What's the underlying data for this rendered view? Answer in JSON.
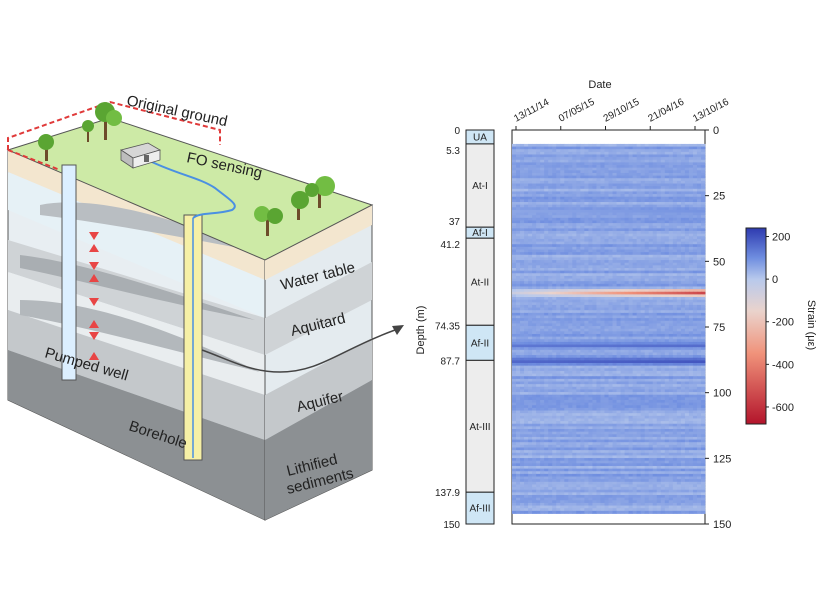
{
  "block_diagram": {
    "labels": {
      "original_ground": "Original ground",
      "fo_sensing": "FO sensing",
      "water_table": "Water table",
      "aquitard": "Aquitard",
      "pumped_well": "Pumped well",
      "aquifer": "Aquifer",
      "borehole": "Borehole",
      "lithified_line1": "Lithified",
      "lithified_line2": "sediments"
    },
    "colors": {
      "ground_surface": "#cdeaa6",
      "dashed_outline": "#e03a3a",
      "arrows": "#e84545",
      "fiber": "#4a90e2"
    }
  },
  "strata_column": {
    "depth_label": "Depth (m)",
    "units": [
      {
        "name": "UA",
        "top": 0,
        "bottom": 5.3
      },
      {
        "name": "At-I",
        "top": 5.3,
        "bottom": 37
      },
      {
        "name": "Af-I",
        "top": 37,
        "bottom": 41.2
      },
      {
        "name": "At-II",
        "top": 41.2,
        "bottom": 74.35
      },
      {
        "name": "Af-II",
        "top": 74.35,
        "bottom": 87.7
      },
      {
        "name": "At-III",
        "top": 87.7,
        "bottom": 137.9
      },
      {
        "name": "Af-III",
        "top": 137.9,
        "bottom": 150
      }
    ],
    "boundary_labels": [
      "0",
      "5.3",
      "37",
      "41.2",
      "74.35",
      "87.7",
      "137.9",
      "150"
    ],
    "colors": {
      "aquitard": "#ededed",
      "aquifer": "#cfe6f5"
    }
  },
  "chart_data": {
    "type": "heatmap",
    "xlabel": "Date",
    "ylabel": "Depth (m)",
    "x_ticks": [
      "13/11/14",
      "07/05/15",
      "29/10/15",
      "21/04/16",
      "13/10/16"
    ],
    "y_ticks": [
      0,
      25,
      50,
      75,
      100,
      125,
      150
    ],
    "ylim": [
      0,
      150
    ],
    "colorbar": {
      "label": "Strain (με)",
      "ticks": [
        200,
        0,
        -200,
        -400,
        -600
      ],
      "range": [
        -680,
        240
      ],
      "stops": [
        {
          "v": 240,
          "color": "#2e3bb0"
        },
        {
          "v": 100,
          "color": "#6f8ee0"
        },
        {
          "v": 0,
          "color": "#b8c9ec"
        },
        {
          "v": -150,
          "color": "#ead3cc"
        },
        {
          "v": -350,
          "color": "#f0927a"
        },
        {
          "v": -680,
          "color": "#b3142b"
        }
      ]
    },
    "data_depth_range": [
      5.3,
      146
    ],
    "features": [
      {
        "depth": 62,
        "strain_start": -50,
        "strain_end": -550,
        "note": "compressive band"
      },
      {
        "depth": 88,
        "strain_start": 170,
        "strain_end": 200,
        "note": "extension band"
      },
      {
        "depth": 82,
        "strain_start": 140,
        "strain_end": 160,
        "note": "extension band"
      },
      {
        "depth": 31,
        "strain_start": 60,
        "strain_end": 90,
        "note": "extension band"
      }
    ]
  }
}
